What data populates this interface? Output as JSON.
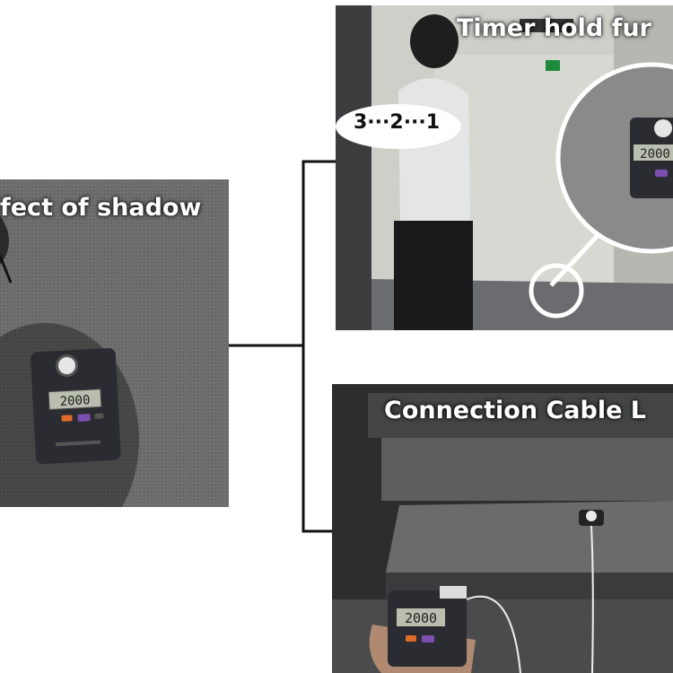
{
  "panels": {
    "shadow": {
      "caption": "fect of shadow",
      "display_reading": "2000"
    },
    "timer": {
      "caption": "Timer hold fur",
      "bubble": "3···2···1",
      "display_reading": "2000"
    },
    "cable": {
      "caption": "Connection Cable L",
      "display_reading": "2000"
    }
  },
  "colors": {
    "carpet": "#6e6e6e",
    "wall": "#d9d9d6",
    "meter_body": "#2a2c31",
    "lcd": "#b9bfae",
    "connector_line": "#111111"
  }
}
